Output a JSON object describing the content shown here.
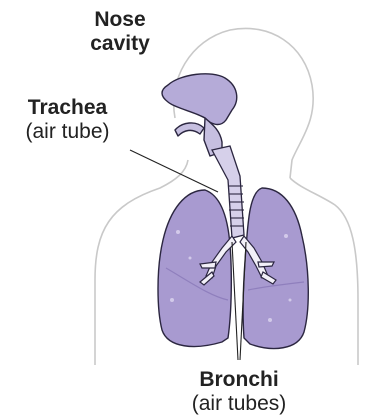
{
  "labels": {
    "nose": {
      "line1": "Nose",
      "line2": "cavity"
    },
    "trachea": {
      "name": "Trachea",
      "desc": "(air tube)"
    },
    "bronchi": {
      "name": "Bronchi",
      "desc": "(air tubes)"
    }
  },
  "colors": {
    "lung_fill": "#a89ad0",
    "lung_dark": "#8f7fbd",
    "airway_fill": "#c6bfe0",
    "outline": "#2b2640",
    "silhouette": "#c9c9c9",
    "text": "#222222"
  }
}
